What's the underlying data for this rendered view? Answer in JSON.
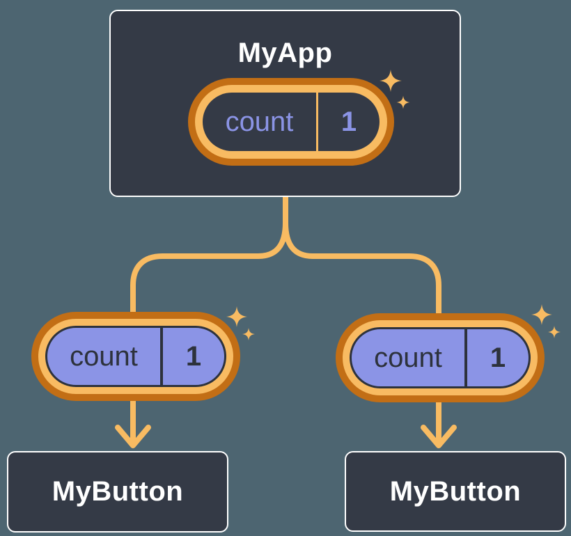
{
  "colors": {
    "background": "#4d6571",
    "node_fill": "#343a46",
    "node_border": "#ffffff",
    "node_title_text": "#ffffff",
    "pill_ring_outer": "#c26e15",
    "pill_ring_inner": "#f8bb62",
    "state_pill_fill": "#343a46",
    "state_pill_text": "#8b94e6",
    "prop_pill_fill": "#8b94e6",
    "prop_pill_text": "#2d323c",
    "connector": "#f8bb62",
    "sparkle": "#f8bb62"
  },
  "icons": {
    "sparkle": "✦",
    "arrow_down": "↓"
  },
  "tree": {
    "root": {
      "title": "MyApp",
      "state_pill": {
        "label": "count",
        "value": "1"
      }
    },
    "children": [
      {
        "title": "MyButton",
        "prop_pill": {
          "label": "count",
          "value": "1"
        }
      },
      {
        "title": "MyButton",
        "prop_pill": {
          "label": "count",
          "value": "1"
        }
      }
    ]
  }
}
